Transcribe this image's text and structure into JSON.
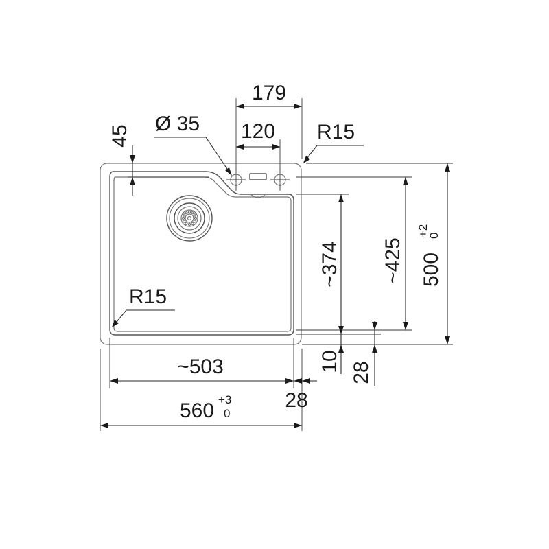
{
  "labels": {
    "tap_spacing_outer": "179",
    "tap_spacing_inner": "120",
    "hole_diameter": "Ø 35",
    "back_offset": "45",
    "corner_radius_outer": "R15",
    "corner_radius_inner": "R15",
    "bowl_depth_inner": "~374",
    "bowl_depth_outer": "~425",
    "total_depth": "500",
    "total_depth_tol_upper": "+2",
    "total_depth_tol_lower": "0",
    "front_margin_small": "10",
    "front_margin_large": "28",
    "bowl_width": "~503",
    "side_margin": "28",
    "total_width": "560",
    "total_width_tol_upper": "+3",
    "total_width_tol_lower": "0"
  }
}
